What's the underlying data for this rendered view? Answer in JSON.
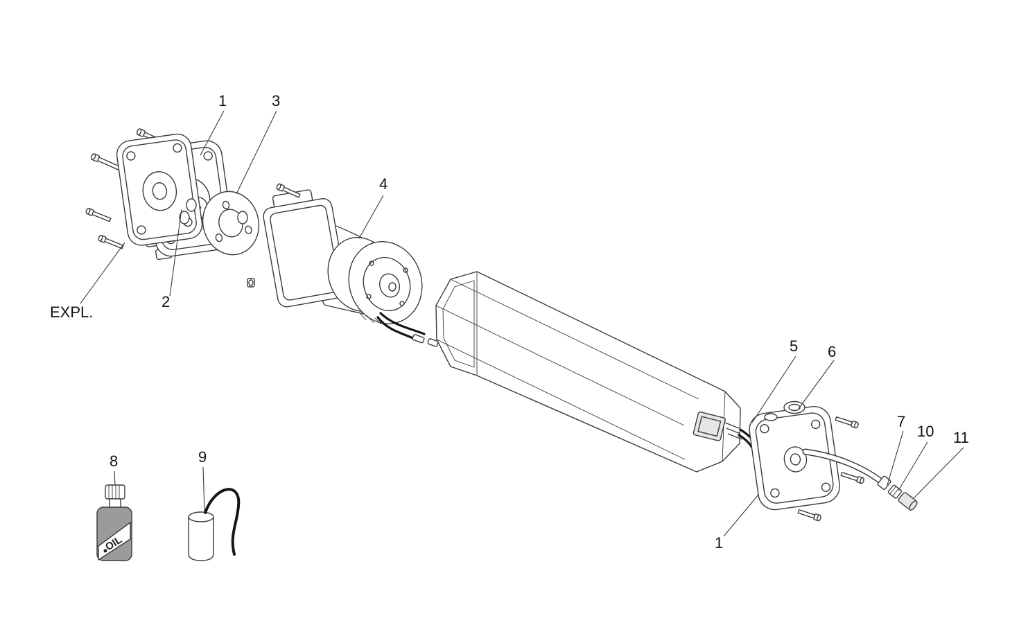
{
  "figure": {
    "type": "exploded-parts-diagram",
    "background_color": "#ffffff",
    "line_color": "#3a3a3a",
    "bottle_fill_color": "#9b9b9b",
    "wire_color": "#151515",
    "callouts": {
      "part1_left": "1",
      "part2": "2",
      "part3": "3",
      "part4": "4",
      "part5": "5",
      "part6": "6",
      "part7": "7",
      "part8": "8",
      "part9": "9",
      "part10": "10",
      "part11": "11",
      "part1_right": "1",
      "expl": "EXPL."
    },
    "bottle_label": "OIL"
  }
}
